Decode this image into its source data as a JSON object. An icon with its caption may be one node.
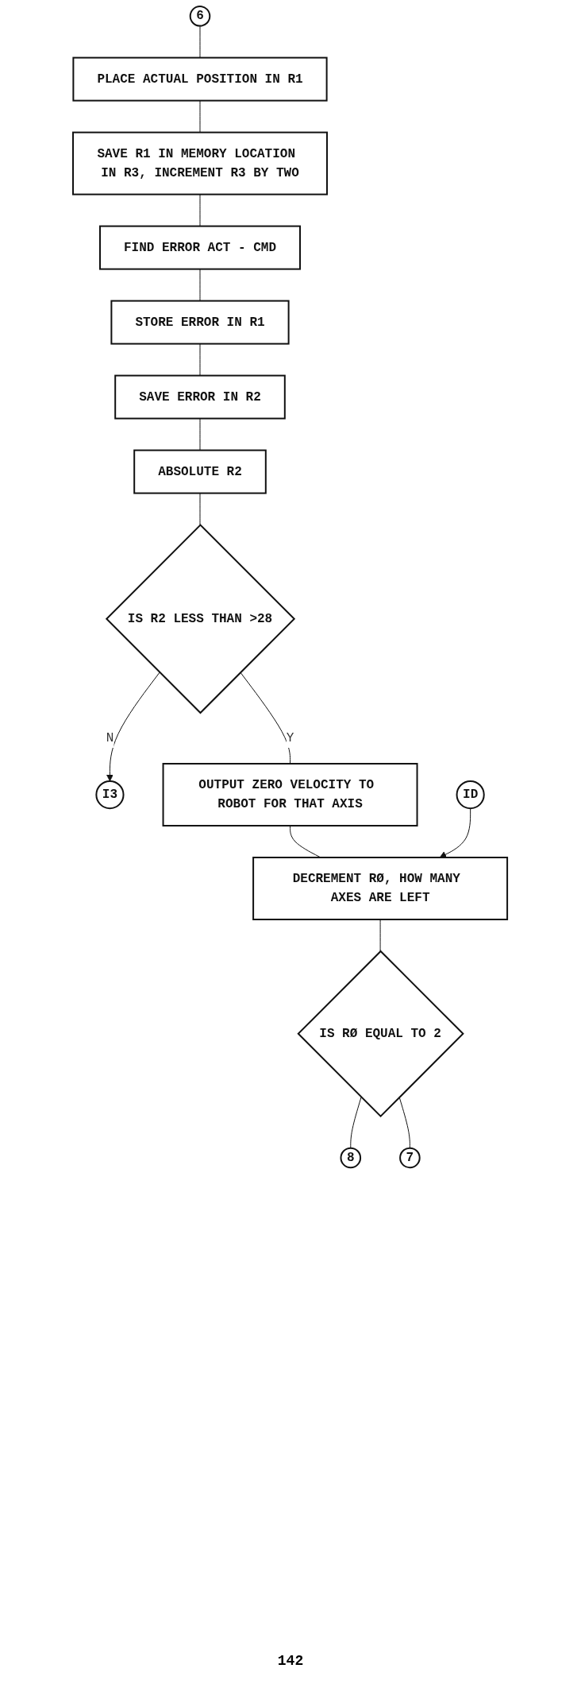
{
  "diagram": {
    "nodes": [
      {
        "text": [
          "6"
        ]
      },
      {
        "text": [
          "PLACE ACTUAL POSITION IN R1"
        ]
      },
      {
        "text": [
          "SAVE R1 IN MEMORY LOCATION IN R3, INCREMENT R3 BY TWO"
        ]
      },
      {
        "text": [
          "FIND ERROR ACT - CMD"
        ]
      },
      {
        "text": [
          "STORE ERROR IN R1"
        ]
      },
      {
        "text": [
          "SAVE ERROR IN R2"
        ]
      },
      {
        "text": [
          "ABSOLUTE R2"
        ]
      },
      {
        "text": [
          "IS R2 LESS THAN >28"
        ]
      },
      {
        "text": [
          "I3"
        ]
      },
      {
        "text": [
          "OUTPUT ZERO VELOCITY TO ROBOT FOR THAT AXIS"
        ]
      },
      {
        "text": [
          "ID"
        ]
      },
      {
        "text": [
          "DECREMENT RØ, HOW MANY AXES ARE LEFT"
        ]
      },
      {
        "text": [
          "IS RØ EQUAL TO 2"
        ]
      },
      {
        "text": [
          "8"
        ]
      },
      {
        "text": [
          "7"
        ]
      }
    ],
    "edges": [
      {
        "from": 0,
        "to": 1,
        "arrow": "none"
      },
      {
        "from": 1,
        "to": 2,
        "arrow": "none"
      },
      {
        "from": 2,
        "to": 3,
        "arrow": "none"
      },
      {
        "from": 3,
        "to": 4,
        "arrow": "none"
      },
      {
        "from": 4,
        "to": 5,
        "arrow": "none"
      },
      {
        "from": 5,
        "to": 6,
        "arrow": "none"
      },
      {
        "from": 6,
        "to": 7,
        "arrow": "none"
      },
      {
        "from": 7,
        "to": 8,
        "label": "N",
        "arrow": "to"
      },
      {
        "from": 7,
        "to": 9,
        "label": "Y",
        "arrow": "none"
      },
      {
        "from": 9,
        "to": 11,
        "arrow": "none"
      },
      {
        "from": 10,
        "to": 11,
        "arrow": "to"
      },
      {
        "from": 11,
        "to": 12,
        "arrow": "none"
      },
      {
        "from": 12,
        "to": 13,
        "arrow": "none"
      },
      {
        "from": 12,
        "to": 14,
        "arrow": "none"
      }
    ],
    "labels": [
      "142"
    ]
  }
}
